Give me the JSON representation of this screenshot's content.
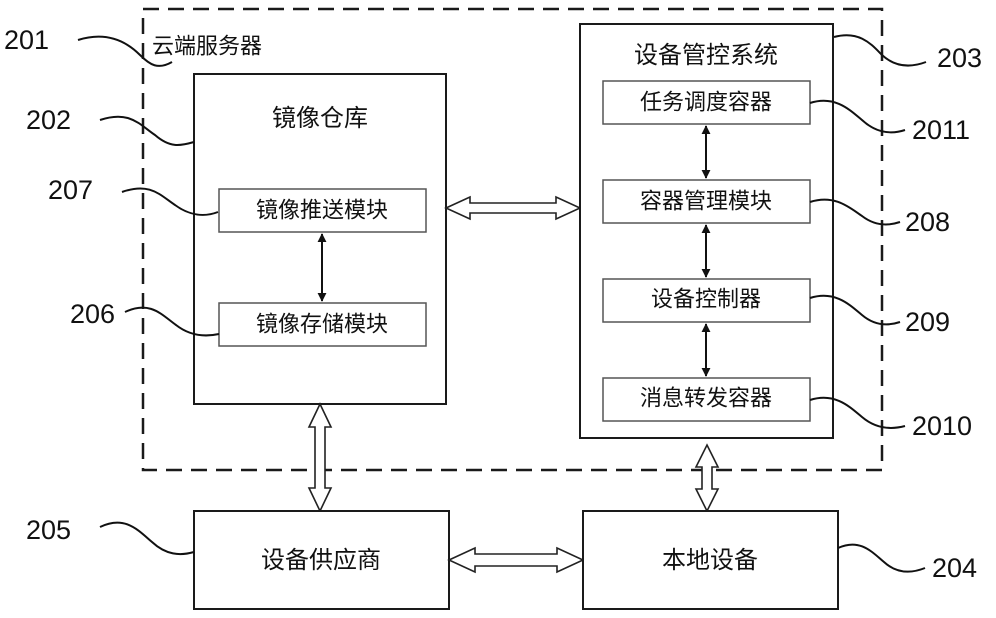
{
  "diagram": {
    "cloud_server": {
      "label": "云端服务器",
      "ref": "201"
    },
    "image_repository": {
      "label": "镜像仓库",
      "ref": "202",
      "modules": [
        {
          "label": "镜像推送模块",
          "ref": "207"
        },
        {
          "label": "镜像存储模块",
          "ref": "206"
        }
      ]
    },
    "device_control_system": {
      "label": "设备管控系统",
      "ref": "203",
      "modules": [
        {
          "label": "任务调度容器",
          "ref": "2011"
        },
        {
          "label": "容器管理模块",
          "ref": "208"
        },
        {
          "label": "设备控制器",
          "ref": "209"
        },
        {
          "label": "消息转发容器",
          "ref": "2010"
        }
      ]
    },
    "device_supplier": {
      "label": "设备供应商",
      "ref": "205"
    },
    "local_device": {
      "label": "本地设备",
      "ref": "204"
    },
    "connections": [
      {
        "from": "镜像推送模块",
        "to": "镜像存储模块",
        "type": "solid-bidirectional"
      },
      {
        "from": "镜像仓库",
        "to": "设备管控系统",
        "type": "hollow-bidirectional"
      },
      {
        "from": "任务调度容器",
        "to": "容器管理模块",
        "type": "solid-bidirectional"
      },
      {
        "from": "容器管理模块",
        "to": "设备控制器",
        "type": "solid-bidirectional"
      },
      {
        "from": "设备控制器",
        "to": "消息转发容器",
        "type": "solid-bidirectional"
      },
      {
        "from": "镜像仓库",
        "to": "设备供应商",
        "type": "hollow-bidirectional"
      },
      {
        "from": "设备管控系统",
        "to": "本地设备",
        "type": "hollow-bidirectional"
      },
      {
        "from": "设备供应商",
        "to": "本地设备",
        "type": "hollow-bidirectional"
      }
    ]
  }
}
